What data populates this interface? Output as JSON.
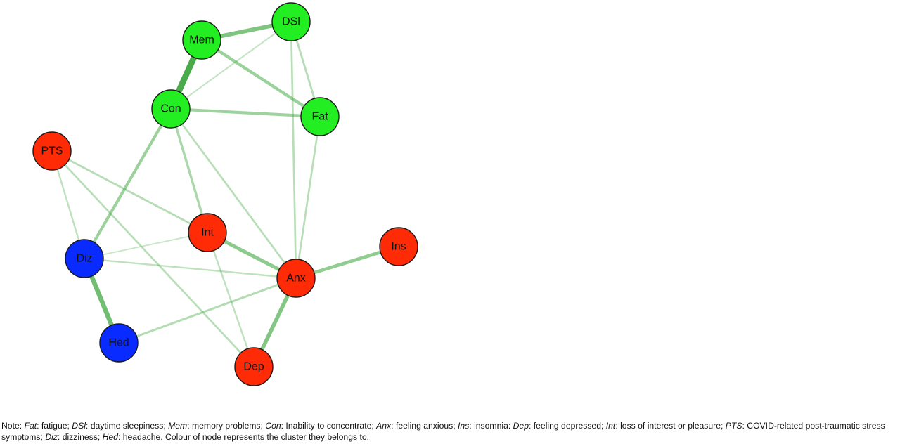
{
  "colors": {
    "cluster_green": "#22ee22",
    "cluster_red": "#ff2a06",
    "cluster_blue": "#0a2bff",
    "edge": "#3aa43a"
  },
  "nodes": [
    {
      "id": "DSl",
      "label": "DSl",
      "cluster": "green"
    },
    {
      "id": "Mem",
      "label": "Mem",
      "cluster": "green"
    },
    {
      "id": "Con",
      "label": "Con",
      "cluster": "green"
    },
    {
      "id": "Fat",
      "label": "Fat",
      "cluster": "green"
    },
    {
      "id": "PTS",
      "label": "PTS",
      "cluster": "red"
    },
    {
      "id": "Int",
      "label": "Int",
      "cluster": "red"
    },
    {
      "id": "Ins",
      "label": "Ins",
      "cluster": "red"
    },
    {
      "id": "Anx",
      "label": "Anx",
      "cluster": "red"
    },
    {
      "id": "Dep",
      "label": "Dep",
      "cluster": "red"
    },
    {
      "id": "Diz",
      "label": "Diz",
      "cluster": "blue"
    },
    {
      "id": "Hed",
      "label": "Hed",
      "cluster": "blue"
    }
  ],
  "edges": [
    {
      "source": "Mem",
      "target": "Con",
      "weight": 1.0
    },
    {
      "source": "Mem",
      "target": "DSl",
      "weight": 0.62
    },
    {
      "source": "Diz",
      "target": "Hed",
      "weight": 0.72
    },
    {
      "source": "Anx",
      "target": "Dep",
      "weight": 0.58
    },
    {
      "source": "Int",
      "target": "Anx",
      "weight": 0.52
    },
    {
      "source": "Anx",
      "target": "Ins",
      "weight": 0.48
    },
    {
      "source": "Mem",
      "target": "Fat",
      "weight": 0.42
    },
    {
      "source": "Con",
      "target": "Diz",
      "weight": 0.4
    },
    {
      "source": "Con",
      "target": "Fat",
      "weight": 0.38
    },
    {
      "source": "Con",
      "target": "Int",
      "weight": 0.3
    },
    {
      "source": "Hed",
      "target": "Anx",
      "weight": 0.24
    },
    {
      "source": "DSl",
      "target": "Fat",
      "weight": 0.22
    },
    {
      "source": "DSl",
      "target": "Anx",
      "weight": 0.2
    },
    {
      "source": "Fat",
      "target": "Anx",
      "weight": 0.2
    },
    {
      "source": "Con",
      "target": "Anx",
      "weight": 0.2
    },
    {
      "source": "PTS",
      "target": "Int",
      "weight": 0.22
    },
    {
      "source": "PTS",
      "target": "Dep",
      "weight": 0.2
    },
    {
      "source": "PTS",
      "target": "Diz",
      "weight": 0.16
    },
    {
      "source": "Diz",
      "target": "Anx",
      "weight": 0.16
    },
    {
      "source": "Int",
      "target": "Dep",
      "weight": 0.16
    },
    {
      "source": "Con",
      "target": "DSl",
      "weight": 0.12
    },
    {
      "source": "Diz",
      "target": "Int",
      "weight": 0.08
    }
  ],
  "note": {
    "lead": "Note: ",
    "items": [
      {
        "term": "Fat",
        "desc": ": fatigue; "
      },
      {
        "term": "DSl",
        "desc": ": daytime sleepiness; "
      },
      {
        "term": "Mem",
        "desc": ": memory problems; "
      },
      {
        "term": "Con",
        "desc": ": Inability to concentrate; "
      },
      {
        "term": "Anx",
        "desc": ": feeling anxious; "
      },
      {
        "term": "Ins",
        "desc": ": insomnia: "
      },
      {
        "term": "Dep",
        "desc": ": feeling depressed; "
      },
      {
        "term": "Int",
        "desc": ": loss of interest or pleasure; "
      },
      {
        "term": "PTS",
        "desc": ": COVID-related post-traumatic stress symptoms; "
      },
      {
        "term": "Diz",
        "desc": ": dizziness; "
      },
      {
        "term": "Hed",
        "desc": ": headache. "
      }
    ],
    "tail": "Colour of node represents the cluster they belongs to."
  }
}
